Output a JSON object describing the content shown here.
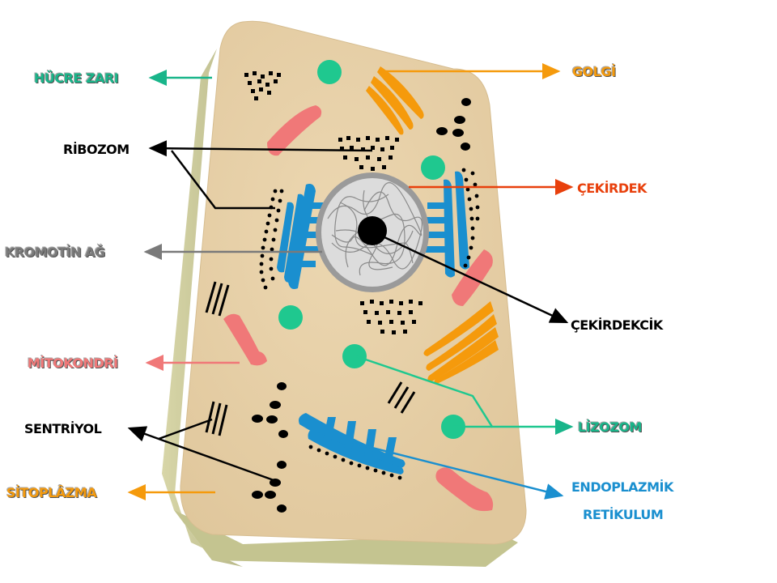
{
  "labels": {
    "hucre_zari": "HÜCRE ZARI",
    "ribozom": "RİBOZOM",
    "kromotin_ag": "KROMOTİN AĞ",
    "mitokondri": "MİTOKONDRİ",
    "sentriyol": "SENTRİYOL",
    "sitoplazma": "SİTOPLÂZMA",
    "golgi": "GOLGİ",
    "cekirdek": "ÇEKİRDEK",
    "cekirdekcik": "ÇEKİRDEKCİK",
    "lizozom": "LİZOZOM",
    "endoplazmik": "ENDOPLAZMİK",
    "retikulum": "RETİKULUM"
  },
  "colors": {
    "membrane_label": "#19b58a",
    "golgi": "#f59a0c",
    "nucleus_label": "#e8400c",
    "chromatin_label": "#7a7a7a",
    "mitochondria": "#f07878",
    "cytoplasm_label": "#f59a0c",
    "lysosome": "#1fc88f",
    "er": "#1a8fcf",
    "black": "#000000",
    "cell_fill": "#e9d3ac",
    "cell_side": "#cfcfa0"
  }
}
